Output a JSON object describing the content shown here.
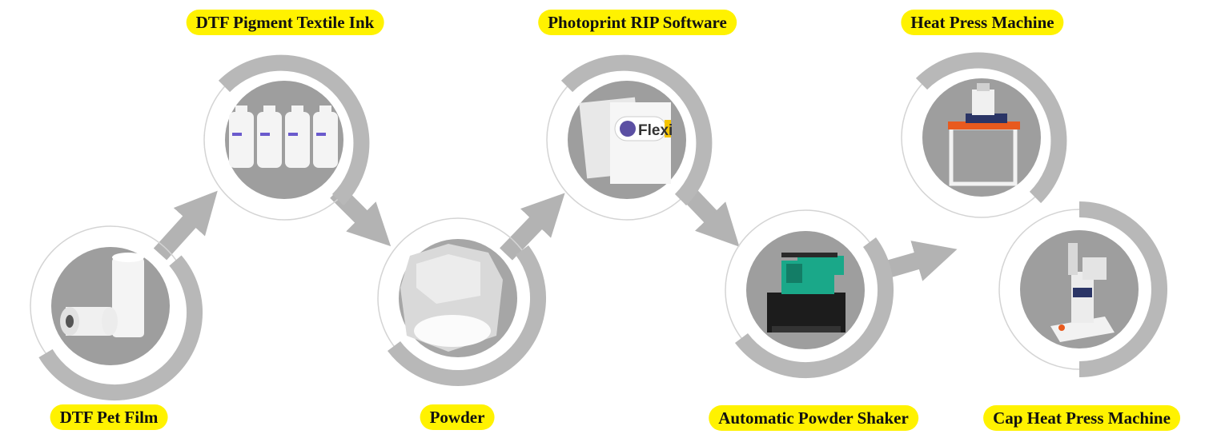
{
  "colors": {
    "label_bg": "#fff200",
    "arc": "#b8b8b8",
    "thin_ring": "#d4d4d4",
    "disc": "#9e9e9e",
    "arrow": "#b3b3b3"
  },
  "steps": [
    {
      "id": "film",
      "label": "DTF Pet Film",
      "icon": "film-roll-icon"
    },
    {
      "id": "ink",
      "label": "DTF Pigment Textile Ink",
      "icon": "ink-bottles-icon"
    },
    {
      "id": "powder",
      "label": "Powder",
      "icon": "powder-bag-icon"
    },
    {
      "id": "rip",
      "label": "Photoprint RIP Software",
      "icon": "software-package-icon",
      "package_text": "Flexi"
    },
    {
      "id": "shaker",
      "label": "Automatic Powder Shaker",
      "icon": "powder-shaker-icon"
    },
    {
      "id": "heatpress",
      "label": "Heat Press Machine",
      "icon": "heat-press-icon"
    },
    {
      "id": "cappress",
      "label": "Cap Heat Press Machine",
      "icon": "cap-press-icon"
    }
  ]
}
